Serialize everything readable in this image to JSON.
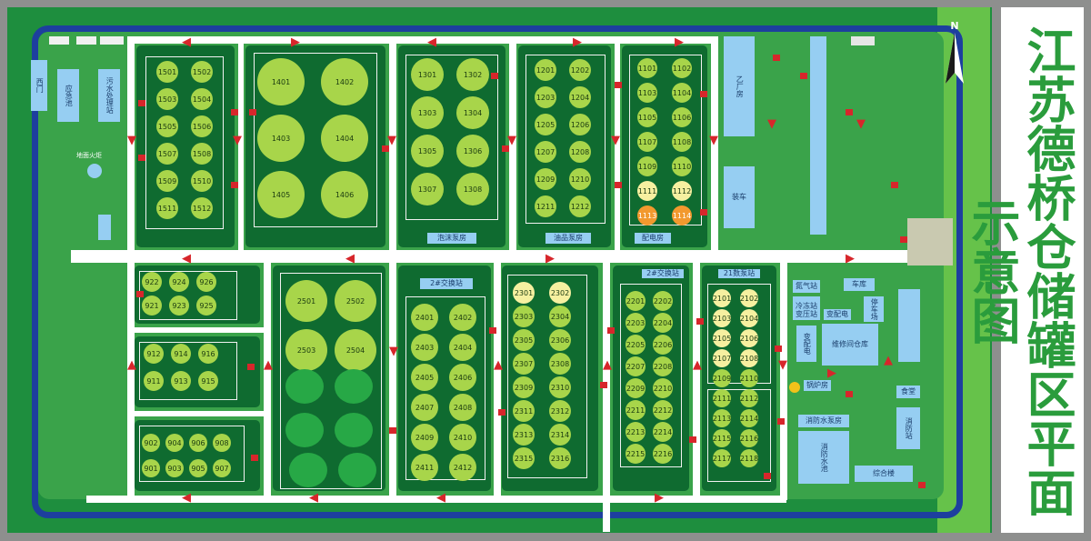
{
  "title": "江苏德桥仓储罐区平面示意图",
  "compass": "N",
  "labels": {
    "pump_station": "泡沫泵房",
    "oil_pump": "油品泵房",
    "power_room": "配电房",
    "exchange_2": "2#交换站",
    "exchange_2b": "2#交换站",
    "exchange_21": "21数泵站",
    "fire_pump": "消防水泵房",
    "fire_pool": "消防水池",
    "fire_station": "消防站",
    "office": "综合楼",
    "warehouse": "维修间仓库",
    "canteen": "食堂",
    "boiler": "锅炉房",
    "nitrogen": "氮气站",
    "substation": "变压站",
    "cold_water": "冷冻站",
    "transformer": "变配电",
    "garage": "车库",
    "parking": "停车场",
    "sewage": "污水处理站",
    "emergency_pool": "应急池",
    "fire_pond": "地面火炬",
    "west_gate": "西门",
    "factory": "乙厂房",
    "loading": "装车"
  },
  "tanks": {
    "b15": [
      "1501",
      "1502",
      "1503",
      "1504",
      "1505",
      "1506",
      "1507",
      "1508",
      "1509",
      "1510",
      "1511",
      "1512"
    ],
    "b14": [
      "1401",
      "1402",
      "1403",
      "1404",
      "1405",
      "1406"
    ],
    "b13": [
      "1301",
      "1302",
      "1303",
      "1304",
      "1305",
      "1306",
      "1307",
      "1308"
    ],
    "b12": [
      "1201",
      "1202",
      "1203",
      "1204",
      "1205",
      "1206",
      "1207",
      "1208",
      "1209",
      "1210",
      "1211",
      "1212"
    ],
    "b11": [
      "1101",
      "1102",
      "1103",
      "1104",
      "1105",
      "1106",
      "1107",
      "1108",
      "1109",
      "1110",
      "1111",
      "1112",
      "1113",
      "1114"
    ],
    "b92": [
      "922",
      "924",
      "926",
      "921",
      "923",
      "925"
    ],
    "b91": [
      "912",
      "914",
      "916",
      "911",
      "913",
      "915"
    ],
    "b90": [
      "902",
      "904",
      "906",
      "908",
      "901",
      "903",
      "905",
      "907"
    ],
    "b25": [
      "2501",
      "2502",
      "2503",
      "2504"
    ],
    "b24": [
      "2401",
      "2402",
      "2403",
      "2404",
      "2405",
      "2406",
      "2407",
      "2408",
      "2409",
      "2410",
      "2411",
      "2412"
    ],
    "b23": [
      "2301",
      "2302",
      "2303",
      "2304",
      "2305",
      "2306",
      "2307",
      "2308",
      "2309",
      "2310",
      "2311",
      "2312",
      "2313",
      "2314",
      "2315",
      "2316"
    ],
    "b22": [
      "2201",
      "2202",
      "2203",
      "2204",
      "2205",
      "2206",
      "2207",
      "2208",
      "2209",
      "2210",
      "2211",
      "2212",
      "2213",
      "2214",
      "2215",
      "2216"
    ],
    "b21": [
      "2101",
      "2102",
      "2103",
      "2104",
      "2105",
      "2106",
      "2107",
      "2108",
      "2109",
      "2110",
      "2111",
      "2112",
      "2113",
      "2114",
      "2115",
      "2116",
      "2117",
      "2118"
    ]
  },
  "colors": {
    "tank": "#a8d54a",
    "tank_hot": "#f2992e",
    "tank_empty": "#f6f0a0",
    "canal": "#1d3f9e",
    "title": "#2a9c3c"
  }
}
